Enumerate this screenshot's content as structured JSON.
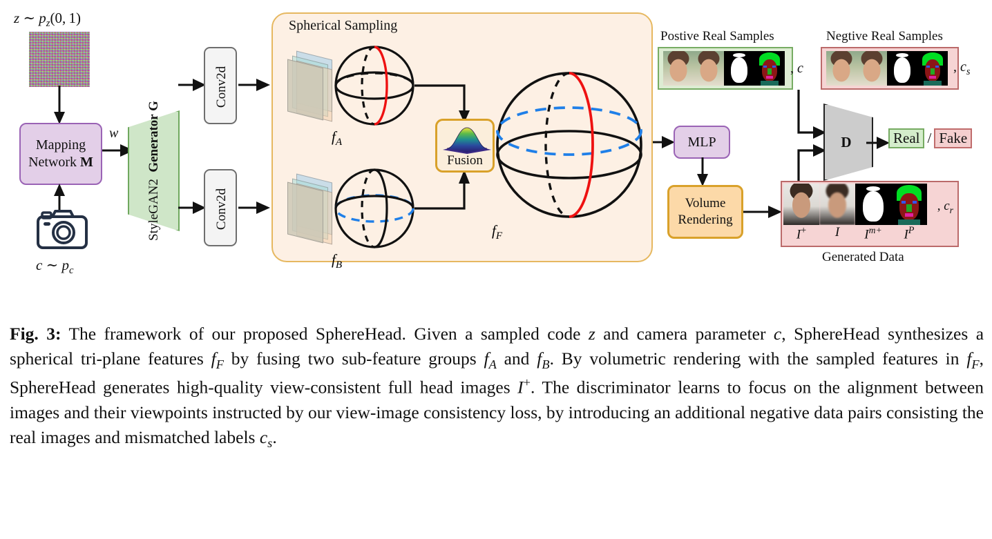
{
  "figure": {
    "number_label": "Fig. 3:",
    "caption": "The framework of our proposed SphereHead. Given a sampled code z and camera parameter c, SphereHead synthesizes a spherical tri-plane features fF by fusing two sub-feature groups fA and fB. By volumetric rendering with the sampled features in fF, SphereHead generates high-quality view-consistent full head images I+. The discriminator learns to focus on the alignment between images and their viewpoints instructed by our view-image consistency loss, by introducing an additional negative data pairs consisting the real images and mismatched labels cs."
  },
  "inputs": {
    "latent_label": "z ~ pz(0, 1)",
    "camera_label": "c ~ pc",
    "noise_name": "noise-image",
    "camera_icon_name": "camera-icon"
  },
  "blocks": {
    "mapping_network_line1": "Mapping",
    "mapping_network_line2": "Network M",
    "w_label": "w",
    "generator_line1": "StyleGAN2",
    "generator_line2": "Generator G",
    "conv2d_top": "Conv2d",
    "conv2d_bottom": "Conv2d",
    "fusion": "Fusion",
    "mlp": "MLP",
    "volume_rendering_line1": "Volume",
    "volume_rendering_line2": "Rendering",
    "discriminator": "D"
  },
  "spherical_sampling": {
    "title": "Spherical Sampling",
    "sphere_a_label": "fA",
    "sphere_b_label": "fB",
    "sphere_fused_label": "fF"
  },
  "discriminator_output": {
    "real": "Real",
    "separator": "/",
    "fake": "Fake"
  },
  "samples": {
    "positive_title": "Postive Real Samples",
    "positive_condition": ", c",
    "negative_title": "Negtive Real Samples",
    "negative_condition": ", cs",
    "generated_title": "Generated Data",
    "generated_condition": ", cr",
    "generated_image_labels": [
      "I+",
      "I",
      "Im+",
      "IP"
    ]
  },
  "colors": {
    "panel_background": "#fdf0e4",
    "panel_border": "#e6b860",
    "mapping_fill": "#e3cfe8",
    "mapping_border": "#9a63b5",
    "generator_fill": "#cfe6c8",
    "generator_border": "#6fa85e",
    "conv_fill": "#f4f4f4",
    "conv_border": "#6e6e6e",
    "fusion_border": "#d9a12a",
    "volume_fill": "#fcd9a8",
    "positive_fill": "#ddecd3",
    "positive_border": "#77ac63",
    "negative_fill": "#f6d4d4",
    "negative_border": "#bb6a6a",
    "discriminator_fill": "#cccccc",
    "meridian_red": "#ee1111",
    "equator_blue": "#1f7fe8"
  }
}
